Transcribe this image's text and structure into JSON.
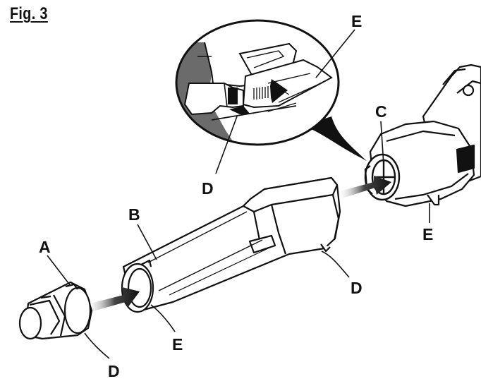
{
  "figure": {
    "title": "Fig. 3"
  },
  "callouts": {
    "a": "A",
    "b": "B",
    "c": "C",
    "d_inset": "D",
    "d_tube": "D",
    "d_nozzle": "D",
    "e_inset": "E",
    "e_blower": "E",
    "e_tube": "E"
  },
  "colors": {
    "ink": "#111111",
    "shadow": "#666666",
    "paper": "#ffffff"
  }
}
